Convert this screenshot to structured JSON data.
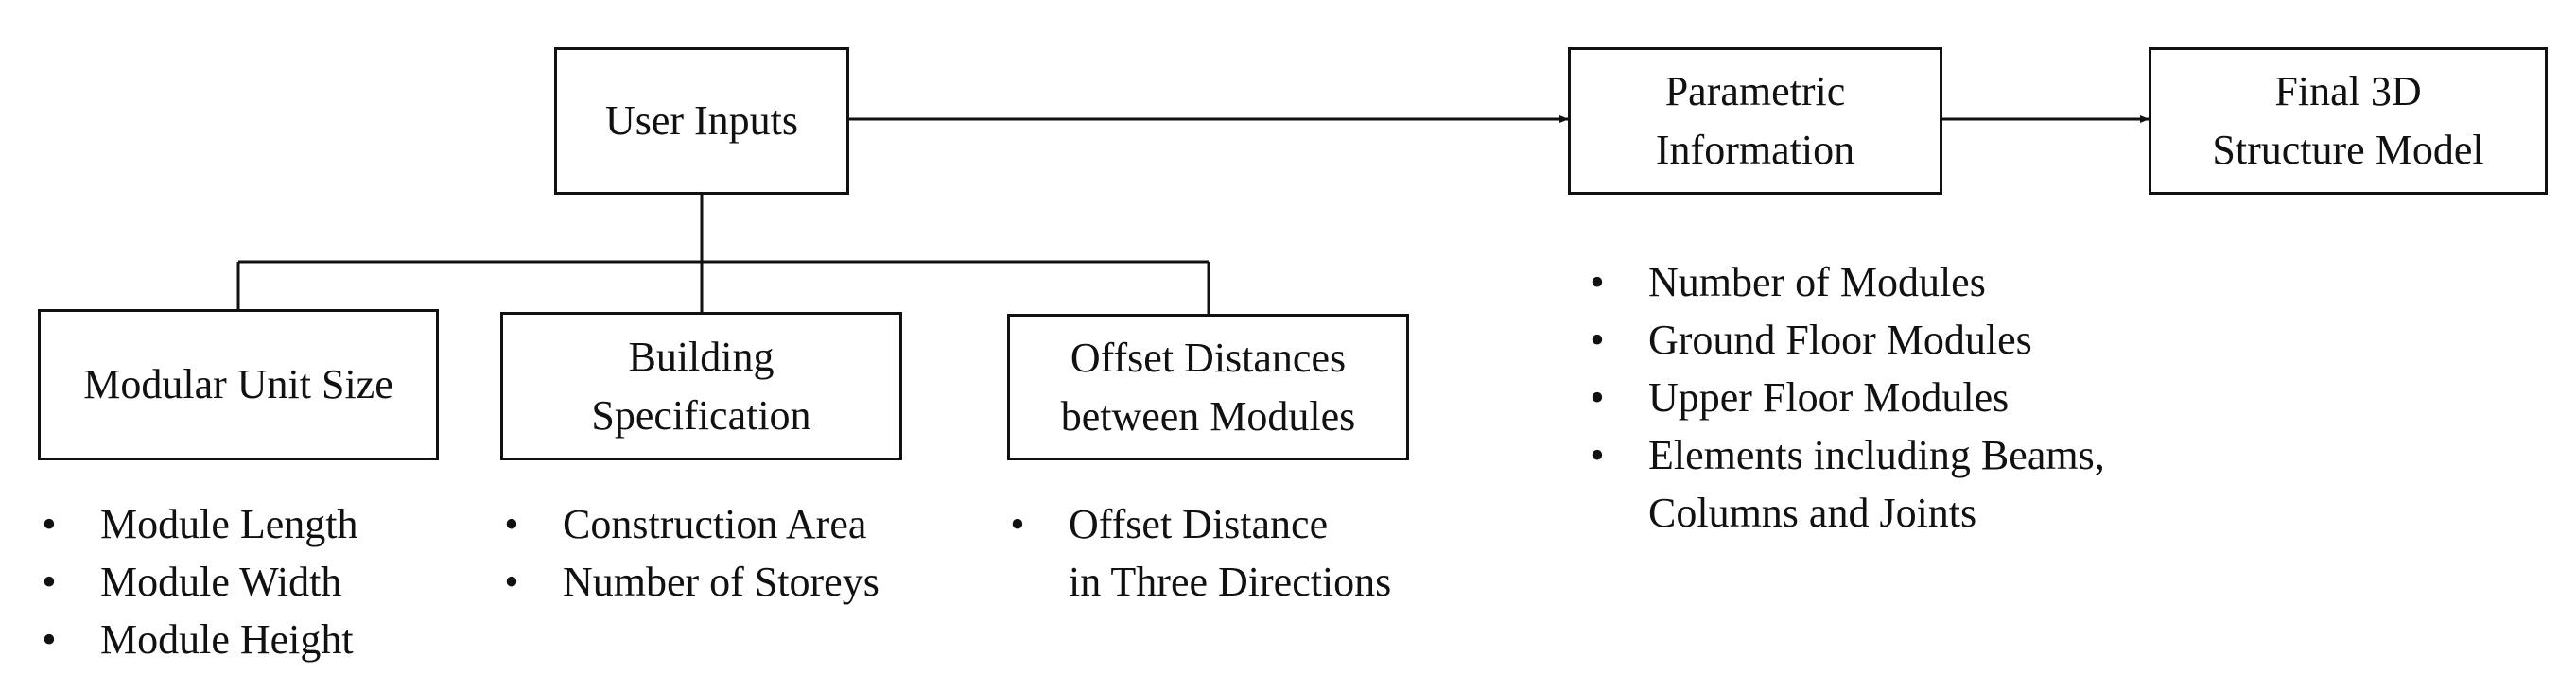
{
  "diagram": {
    "nodes": {
      "user_inputs": {
        "lines": [
          "User Inputs"
        ]
      },
      "parametric_information": {
        "lines": [
          "Parametric",
          "Information"
        ]
      },
      "final_model": {
        "lines": [
          "Final 3D",
          "Structure Model"
        ]
      },
      "modular_unit_size": {
        "lines": [
          "Modular Unit Size"
        ]
      },
      "building_specification": {
        "lines": [
          "Building",
          "Specification"
        ]
      },
      "offset_distances": {
        "lines": [
          "Offset Distances",
          "between Modules"
        ]
      }
    },
    "bullet_symbol": "•",
    "lists": {
      "modular_unit_size": [
        [
          "Module Length"
        ],
        [
          "Module Width"
        ],
        [
          "Module Height"
        ]
      ],
      "building_specification": [
        [
          "Construction Area"
        ],
        [
          "Number of Storeys"
        ]
      ],
      "offset_distances": [
        [
          "Offset Distance",
          "in Three Directions"
        ]
      ],
      "parametric_information": [
        [
          "Number of Modules"
        ],
        [
          "Ground Floor Modules"
        ],
        [
          "Upper Floor Modules"
        ],
        [
          "Elements including Beams,",
          "Columns and Joints"
        ]
      ]
    },
    "edges": [
      {
        "from": "user_inputs",
        "to": "parametric_information",
        "style": "arrow"
      },
      {
        "from": "parametric_information",
        "to": "final_model",
        "style": "arrow"
      },
      {
        "from": "user_inputs",
        "to": "modular_unit_size",
        "style": "tree"
      },
      {
        "from": "user_inputs",
        "to": "building_specification",
        "style": "tree"
      },
      {
        "from": "user_inputs",
        "to": "offset_distances",
        "style": "tree"
      }
    ]
  }
}
